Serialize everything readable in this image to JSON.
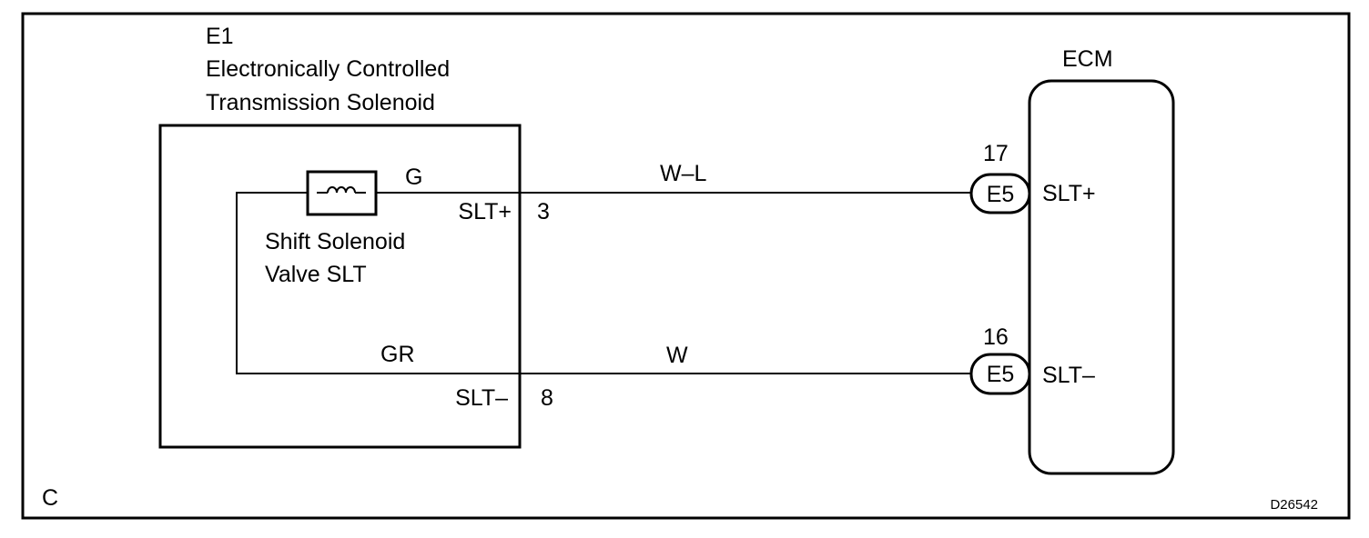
{
  "diagram": {
    "solenoid_block": {
      "code": "E1",
      "name_line1": "Electronically Controlled",
      "name_line2": "Transmission Solenoid"
    },
    "solenoid_valve": {
      "name_line1": "Shift Solenoid",
      "name_line2": "Valve SLT",
      "coil_symbol": "coil-inductor-icon"
    },
    "ecm": {
      "label": "ECM"
    },
    "circuits": {
      "slt_plus": {
        "inner_wire_color": "G",
        "terminal_name": "SLT+",
        "pin": "3",
        "wire_color": "W–L",
        "ecm_pin": "17",
        "connector": "E5",
        "ecm_terminal": "SLT+"
      },
      "slt_minus": {
        "inner_wire_color": "GR",
        "terminal_name": "SLT–",
        "pin": "8",
        "wire_color": "W",
        "ecm_pin": "16",
        "connector": "E5",
        "ecm_terminal": "SLT–"
      }
    },
    "corner_label": "C",
    "figure_id": "D26542"
  }
}
